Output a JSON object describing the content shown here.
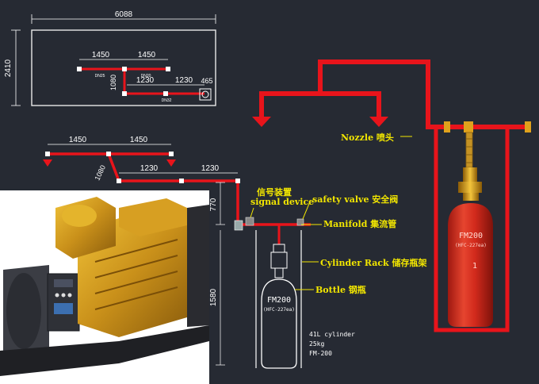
{
  "dimensions": {
    "room_width": "6088",
    "room_height": "2410",
    "plan_top_left": "1450",
    "plan_top_right": "1450",
    "plan_drop": "1080",
    "plan_bottom_left": "1230",
    "plan_bottom_right": "1230",
    "plan_offset": "465",
    "iso_top_left": "1450",
    "iso_top_right": "1450",
    "iso_drop": "1080",
    "iso_bottom_left": "1230",
    "iso_bottom_right": "1230",
    "riser_height": "770",
    "cylinder_height": "1580"
  },
  "pipe_tags": {
    "tag_1": "DN25",
    "tag_2": "DN20",
    "tag_3": "DN32"
  },
  "labels": {
    "nozzle": "Nozzle 喷头",
    "signal_device_cn": "信号装置",
    "signal_device_en": "signal device",
    "safety_valve": "safety valve 安全阀",
    "manifold": "Manifold 集流管",
    "cylinder_rack": "Cylinder Rack 储存瓶架",
    "bottle": "Bottle 钢瓶"
  },
  "cylinder_outline": {
    "name": "FM200",
    "agent": "(HFC-227ea)"
  },
  "cylinder_red": {
    "name": "FM200",
    "agent": "(HFC-227ea)",
    "number": "1"
  },
  "specs": {
    "volume": "41L cylinder",
    "weight": "25kg",
    "model": "FM-200"
  },
  "colors": {
    "background": "#262a33",
    "pipe": "#e8141b",
    "label_yellow": "#f2e600",
    "cylinder_red": "#d32a1f",
    "valve_gold": "#e0a21c"
  }
}
